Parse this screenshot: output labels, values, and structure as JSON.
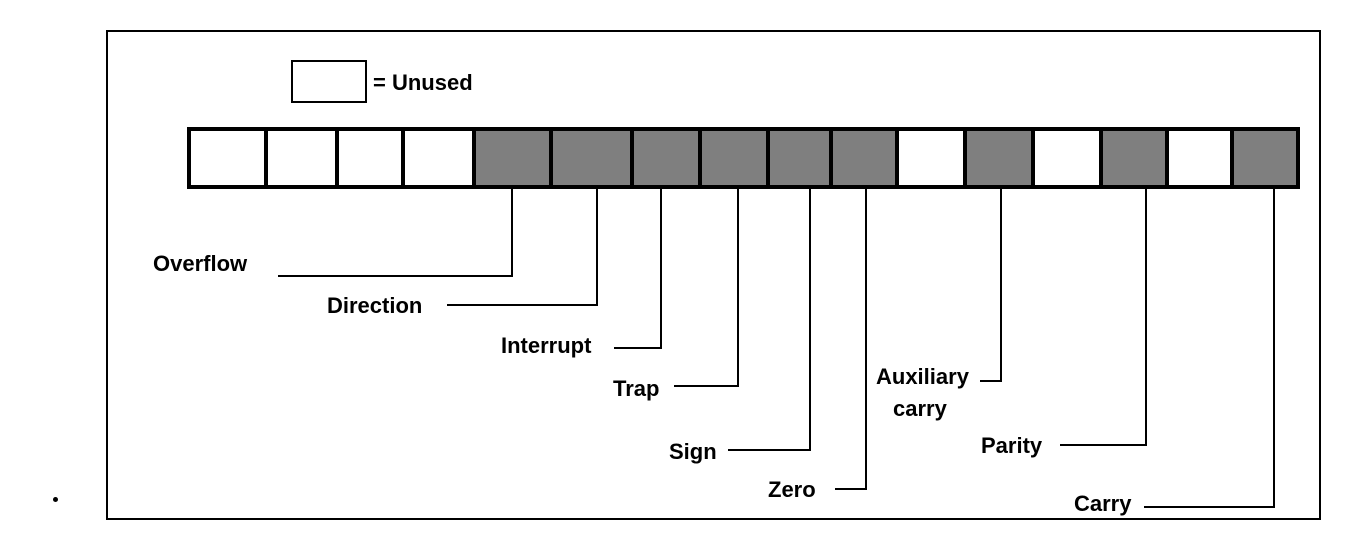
{
  "legend": {
    "text": "= Unused"
  },
  "register": {
    "bits": [
      {
        "state": "unused"
      },
      {
        "state": "unused"
      },
      {
        "state": "unused"
      },
      {
        "state": "unused"
      },
      {
        "state": "flag",
        "flag": "Overflow"
      },
      {
        "state": "flag",
        "flag": "Direction"
      },
      {
        "state": "flag",
        "flag": "Interrupt"
      },
      {
        "state": "flag",
        "flag": "Trap"
      },
      {
        "state": "flag",
        "flag": "Sign"
      },
      {
        "state": "flag",
        "flag": "Zero"
      },
      {
        "state": "unused"
      },
      {
        "state": "flag",
        "flag": "Auxiliary carry"
      },
      {
        "state": "unused"
      },
      {
        "state": "flag",
        "flag": "Parity"
      },
      {
        "state": "unused"
      },
      {
        "state": "flag",
        "flag": "Carry"
      }
    ]
  },
  "flags": {
    "overflow": "Overflow",
    "direction": "Direction",
    "interrupt": "Interrupt",
    "trap": "Trap",
    "sign": "Sign",
    "zero": "Zero",
    "auxiliary_line1": "Auxiliary",
    "auxiliary_line2": "carry",
    "parity": "Parity",
    "carry": "Carry"
  },
  "colors": {
    "flag_fill": "#7f7f7f",
    "unused_fill": "#ffffff",
    "outline": "#000000"
  }
}
